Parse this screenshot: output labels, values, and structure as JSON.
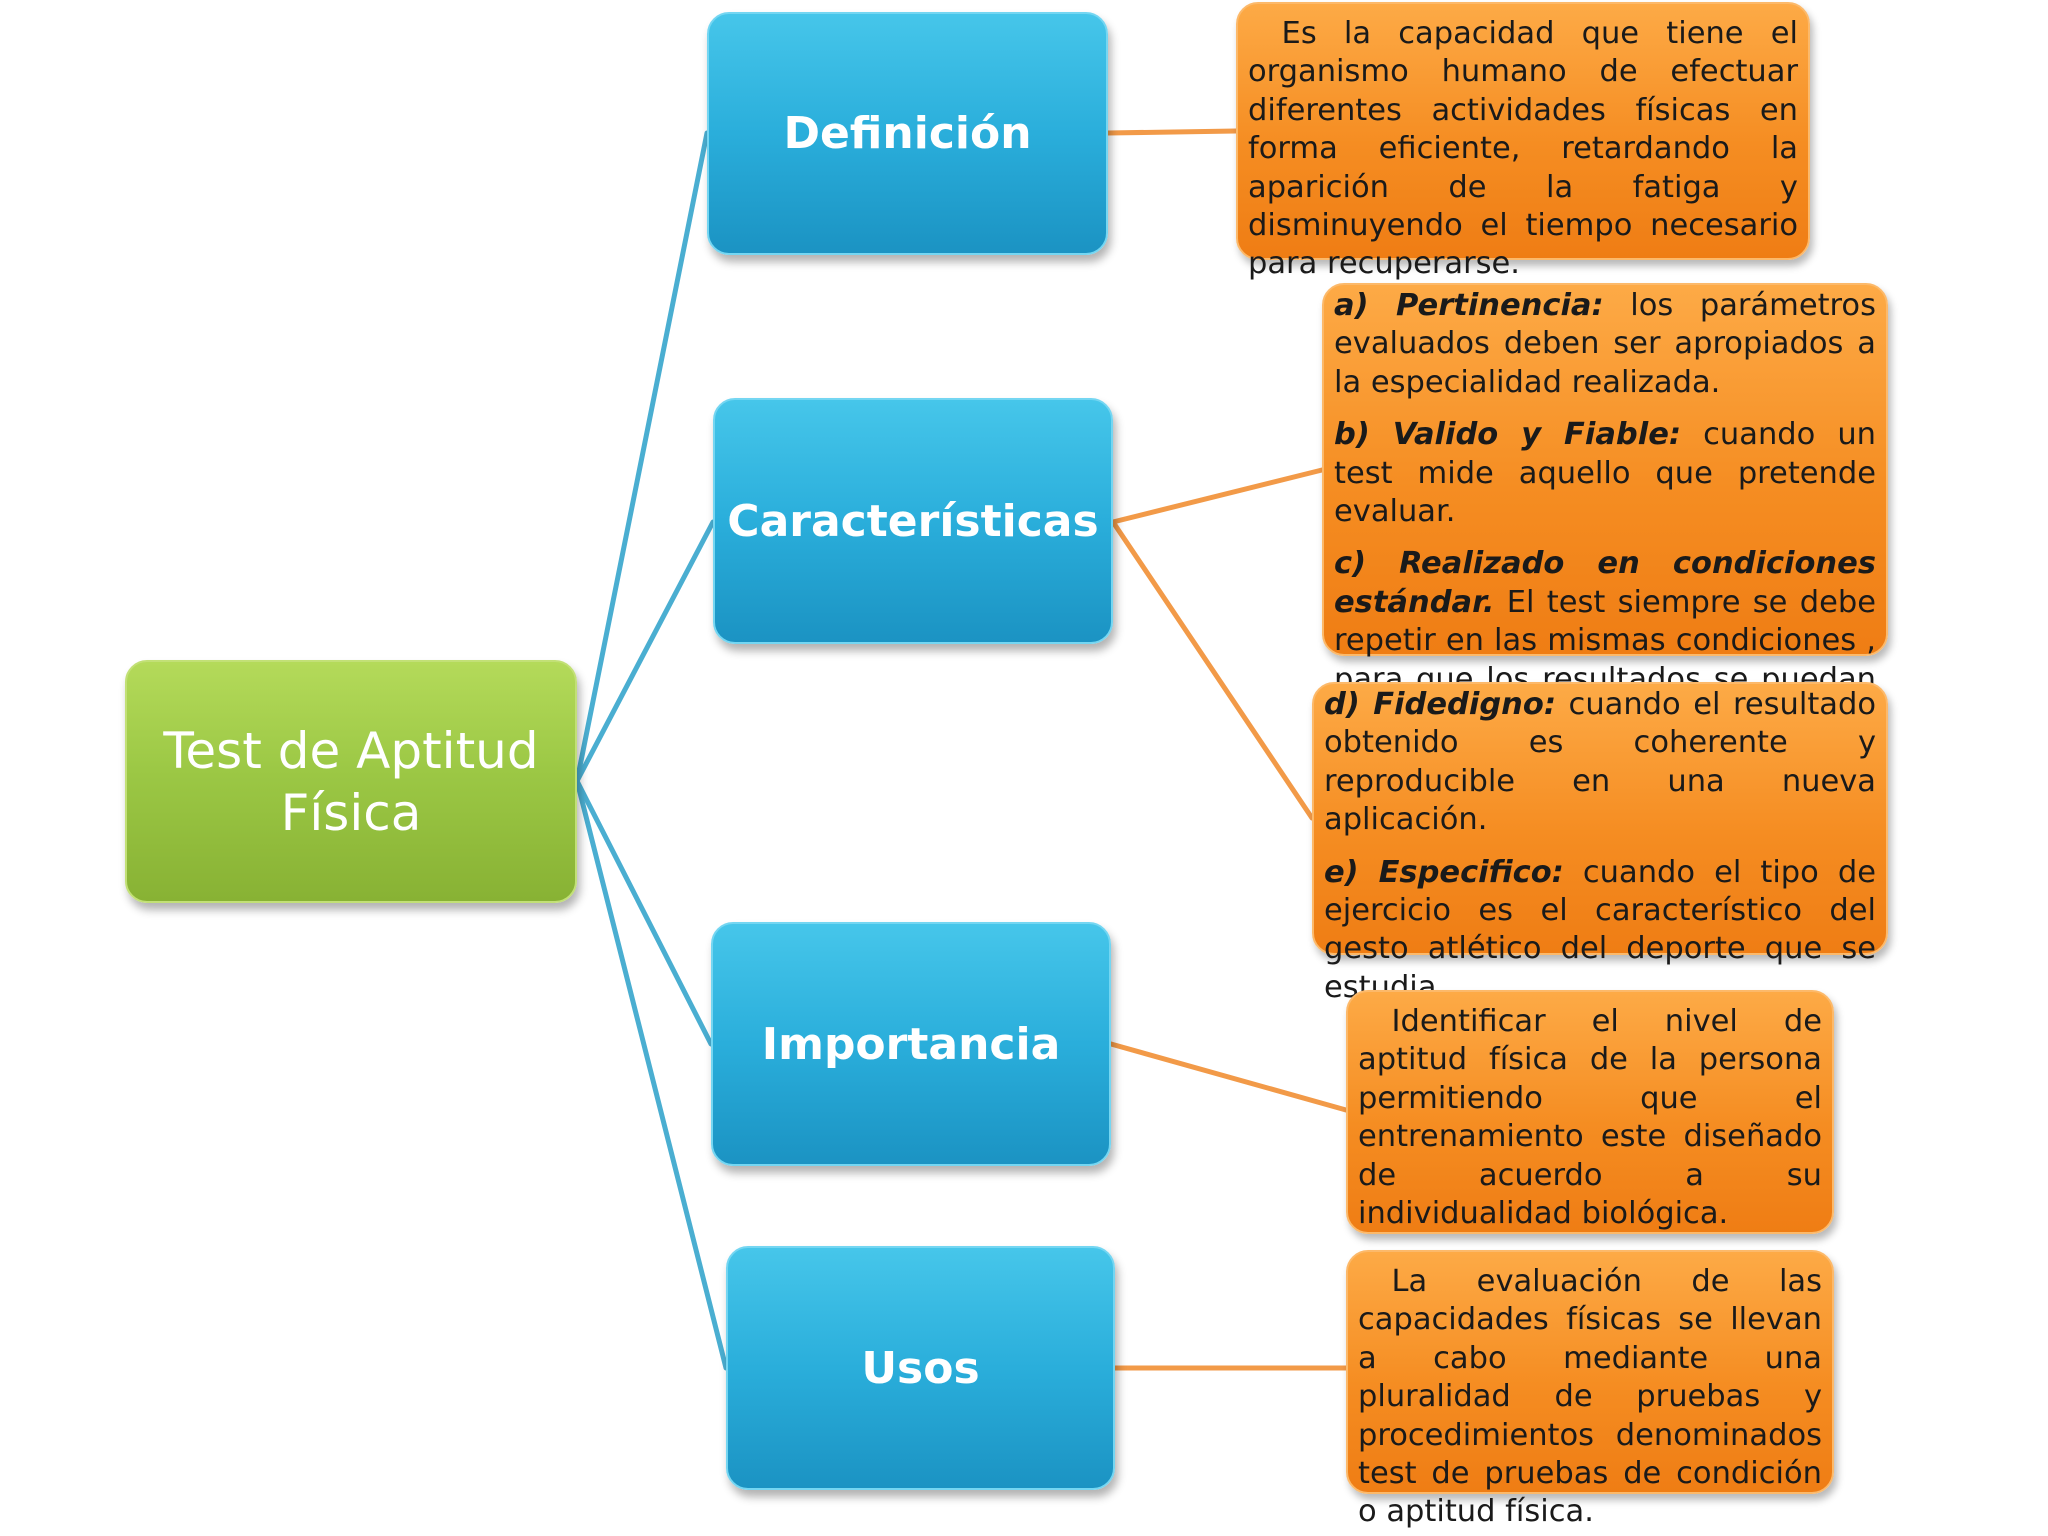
{
  "root": {
    "label": "Test de Aptitud Física"
  },
  "branches": [
    {
      "label": "Definición"
    },
    {
      "label": "Características"
    },
    {
      "label": "Importancia"
    },
    {
      "label": "Usos"
    }
  ],
  "details": {
    "definicion": "Es la capacidad que tiene el organismo humano de efectuar diferentes actividades físicas en forma eficiente, retardando la aparición de la fatiga y disminuyendo el tiempo necesario para recuperarse.",
    "caracteristicas_a": [
      {
        "label": "a) Pertinencia:",
        "text": " los parámetros evaluados deben ser apropiados a la especialidad realizada."
      },
      {
        "label": "b) Valido y Fiable:",
        "text": " cuando un test mide aquello que pretende evaluar."
      },
      {
        "label": "c) Realizado en condiciones estándar.",
        "text": " El test siempre se debe repetir en las mismas condiciones , para que los resultados se puedan comparar."
      }
    ],
    "caracteristicas_b": [
      {
        "label": "d) Fidedigno:",
        "text": " cuando el resultado obtenido es coherente y reproducible en una nueva aplicación."
      },
      {
        "label": "e) Especifico:",
        "text": " cuando el tipo de ejercicio es el característico del gesto atlético del deporte que se estudia."
      }
    ],
    "importancia": "Identificar el nivel de aptitud física de la persona permitiendo que el entrenamiento este diseñado de acuerdo a su individualidad biológica.",
    "usos": "La evaluación de las capacidades físicas se llevan a cabo mediante una pluralidad de pruebas y procedimientos denominados test de pruebas de condición o aptitud física."
  },
  "colors": {
    "root": "#9cc845",
    "branch": "#2aaedb",
    "detail": "#f58d22",
    "blue_connector": "#4aaed1",
    "orange_connector": "#f29a48"
  }
}
